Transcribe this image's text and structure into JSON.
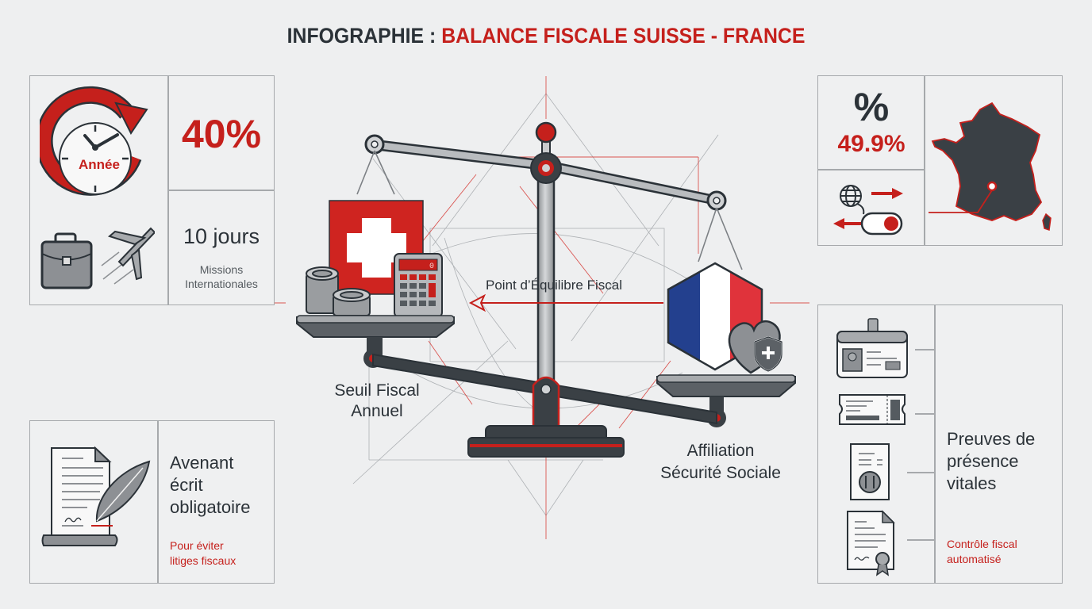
{
  "title": {
    "prefix": "INFOGRAPHIE :",
    "main": "BALANCE FISCALE SUISSE - FRANCE"
  },
  "colors": {
    "accent_red": "#c5201c",
    "dark": "#2b3238",
    "grey": "#8a8d90",
    "background": "#eeeff0",
    "france_blue": "#23408e",
    "france_red": "#e0333b"
  },
  "panel_top_left": {
    "clock_label": "Année",
    "percent": "40%",
    "days": "10 jours",
    "days_caption_line1": "Missions",
    "days_caption_line2": "Internationales",
    "icons": [
      "clock-cycle-icon",
      "briefcase-icon",
      "airplane-icon"
    ]
  },
  "panel_top_right": {
    "percent_symbol": "%",
    "percent": "49.9%",
    "icons": [
      "globe-icon",
      "toggle-switch-icon",
      "arrows-exchange-icon",
      "france-map-icon"
    ]
  },
  "panel_bottom_left": {
    "title_line1": "Avenant",
    "title_line2": "écrit",
    "title_line3": "obligatoire",
    "subtitle_line1": "Pour éviter",
    "subtitle_line2": "litiges fiscaux",
    "icons": [
      "document-quill-icon"
    ]
  },
  "panel_bottom_right": {
    "title_line1": "Preuves de",
    "title_line2": "présence",
    "title_line3": "vitales",
    "subtitle_line1": "Contrôle fiscal",
    "subtitle_line2": "automatisé",
    "icons": [
      "id-badge-icon",
      "ticket-icon",
      "restaurant-receipt-icon",
      "certificate-icon"
    ]
  },
  "scale": {
    "equilibrium_label": "Point d’Équilibre Fiscal",
    "left_label_line1": "Seuil Fiscal",
    "left_label_line2": "Annuel",
    "right_label_line1": "Affiliation",
    "right_label_line2": "Sécurité Sociale",
    "calculator_display": "0",
    "left_items": [
      "swiss-flag-icon",
      "coins-icon",
      "calculator-icon"
    ],
    "right_items": [
      "french-flag-hexagon-icon",
      "heart-shield-icon"
    ]
  }
}
